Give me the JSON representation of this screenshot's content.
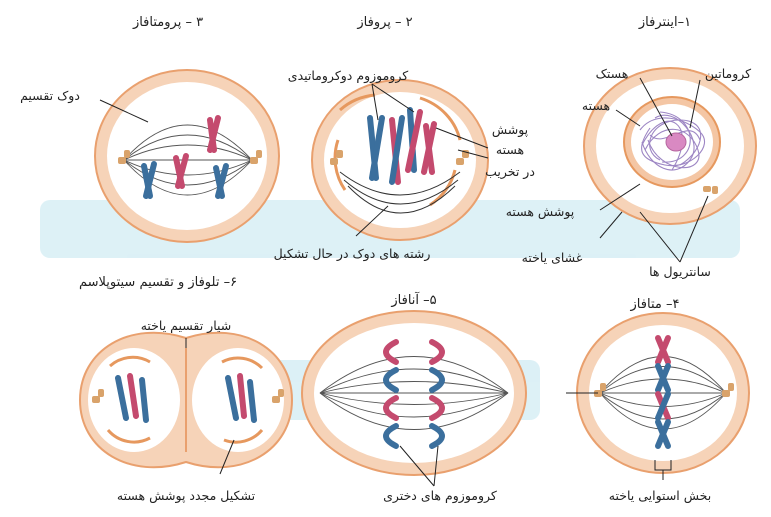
{
  "colors": {
    "cell_fill": "#f6d3b8",
    "cell_inner": "#ffffff",
    "cell_border": "#e9a06e",
    "chrom_blue": "#3b6f9d",
    "chrom_pink": "#c44a6e",
    "nucleolus": "#d989c2",
    "chromatin": "#9d86c4",
    "centriole": "#d9a36b",
    "watermark": "#2aa6c9"
  },
  "stages": {
    "interphase": {
      "title": "۱–اینترفاز"
    },
    "prophase": {
      "title": "۲ – پروفاز"
    },
    "prometaphase": {
      "title": "۳ – پرومتافاز"
    },
    "metaphase": {
      "title": "۴– متافاز"
    },
    "anaphase": {
      "title": "۵– آنافاز"
    },
    "telophase": {
      "title": "۶– تلوفاز و تقسیم سیتوپلاسم"
    }
  },
  "labels": {
    "chromatin": "کروماتین",
    "nucleolus": "هستک",
    "nucleus": "هسته",
    "nuclear_envelope": "پوشش هسته",
    "cell_membrane": "غشای یاخته",
    "centrioles": "سانتریول ها",
    "dyad_chromosome": "کروموزوم دوکروماتیدی",
    "envelope_breakdown_1": "پوشش",
    "envelope_breakdown_2": "هسته",
    "envelope_breakdown_3": "در تخریب",
    "spindle_forming": "رشته های دوک در حال تشکیل",
    "spindle": "دوک تقسیم",
    "cleavage_furrow": "شیار تقسیم یاخته",
    "envelope_reform": "تشکیل مجدد پوشش هسته",
    "daughter_chromosomes": "کروموزوم های دختری",
    "equatorial_region": "بخش استوایی یاخته"
  }
}
